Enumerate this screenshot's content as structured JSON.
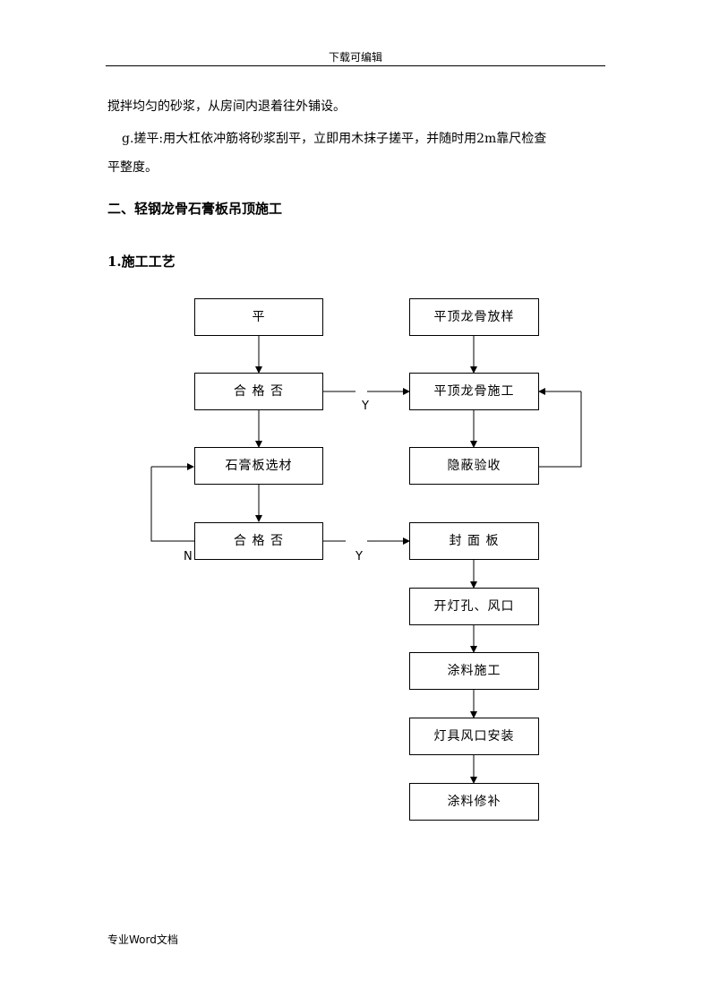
{
  "header": {
    "text": "下载可编辑"
  },
  "body_text": {
    "line1": "搅拌均匀的砂浆，从房间内退着往外铺设。",
    "line2": "g.搓平:用大杠依冲筋将砂浆刮平，立即用木抹子搓平，并随时用2m靠尺检查",
    "line3": "平整度。"
  },
  "section_heading": "二、轻钢龙骨石膏板吊顶施工",
  "subsection_heading": "1.施工工艺",
  "flowchart": {
    "left": {
      "b1": "平",
      "b2": "合 格 否",
      "b3": "石膏板选材",
      "b4": "合 格 否"
    },
    "right": {
      "b1": "平顶龙骨放样",
      "b2": "平顶龙骨施工",
      "b3": "隐蔽验收",
      "b4": "封 面 板",
      "b5": "开灯孔、风口",
      "b6": "涂料施工",
      "b7": "灯具风口安装",
      "b8": "涂料修补"
    },
    "labels": {
      "y1": "Y",
      "y2": "Y",
      "n": "N"
    }
  },
  "footer": {
    "text": "专业Word文档"
  }
}
